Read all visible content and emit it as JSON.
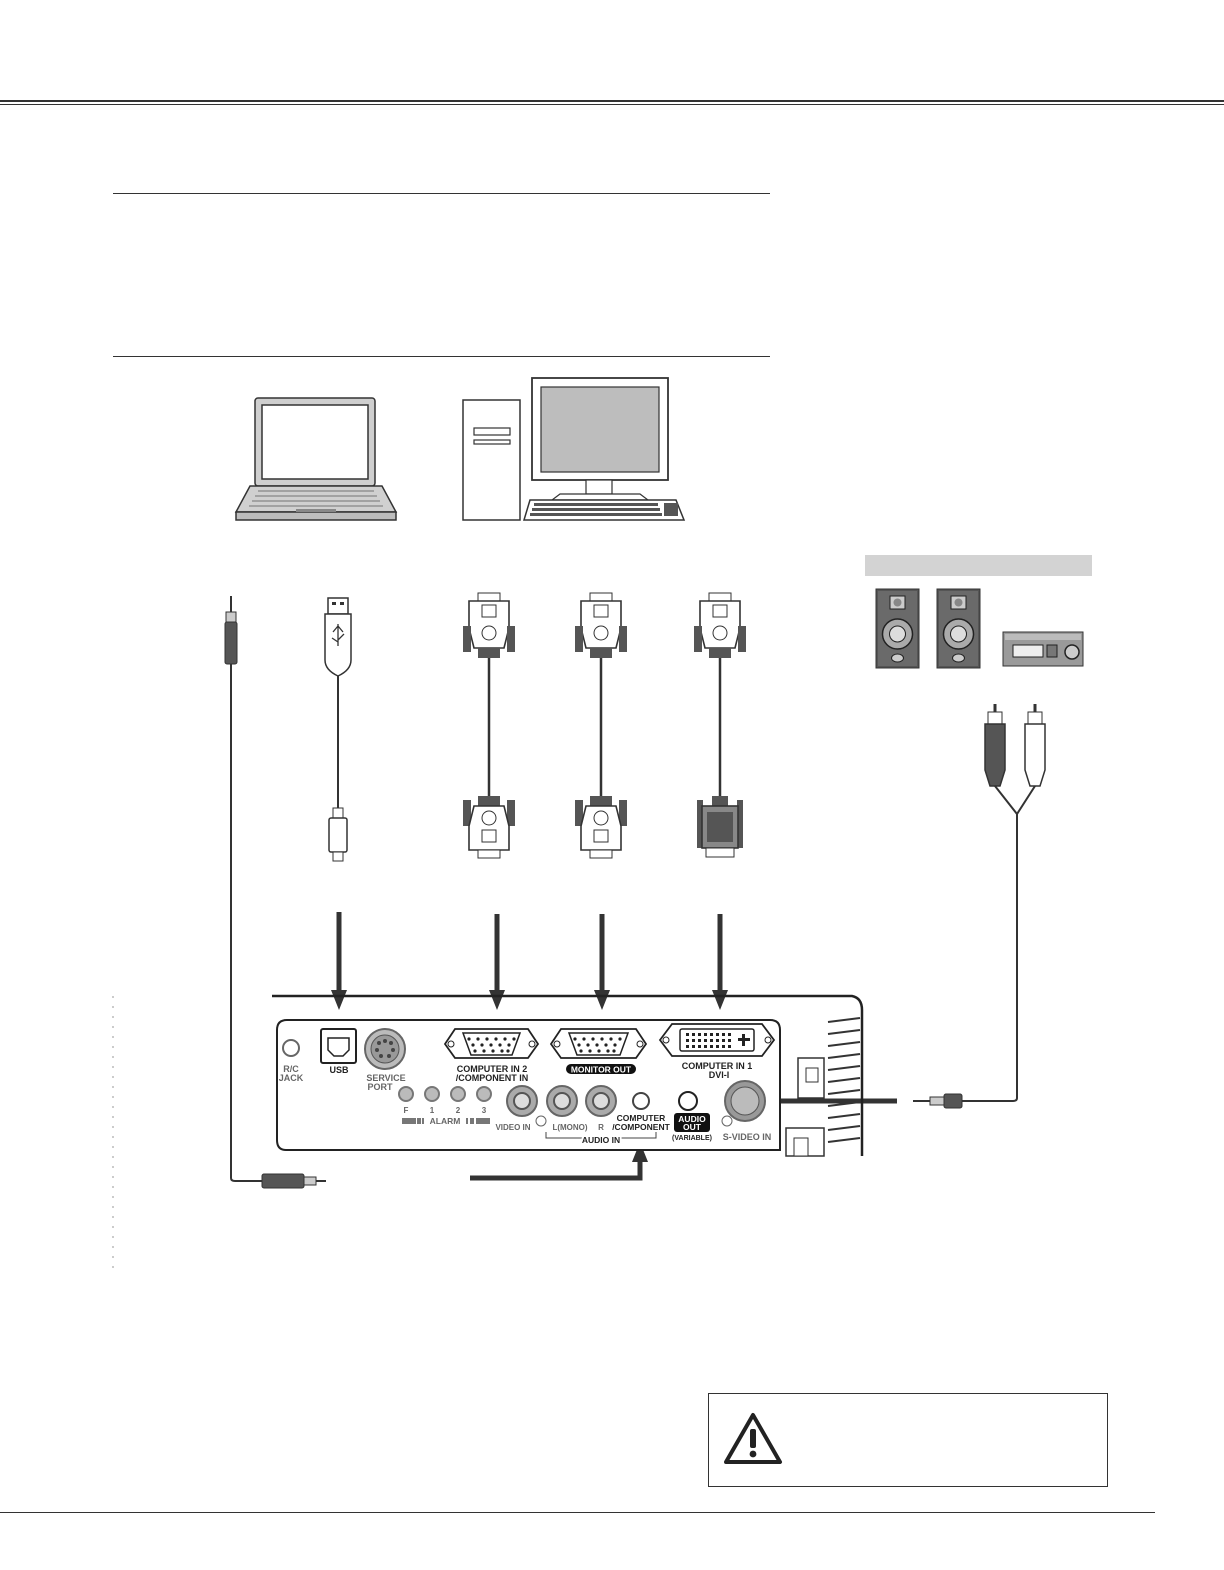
{
  "panel": {
    "rc_jack": [
      "R/C",
      "JACK"
    ],
    "usb": "USB",
    "service_port": [
      "SERVICE",
      "PORT"
    ],
    "computer_in2": [
      "COMPUTER IN 2",
      "/COMPONENT IN"
    ],
    "monitor_out": "MONITOR OUT",
    "computer_in1": [
      "COMPUTER IN 1",
      "DVI-I"
    ],
    "alarm_leds": [
      "F",
      "1",
      "2",
      "3"
    ],
    "alarm": "ALARM",
    "video_in": "VIDEO IN",
    "l_mono": "L(MONO)",
    "r": "R",
    "audio_in": "AUDIO IN",
    "computer_component": [
      "COMPUTER",
      "/COMPONENT"
    ],
    "audio_out": [
      "AUDIO",
      "OUT"
    ],
    "variable": "(VARIABLE)",
    "s_video_in": "S-VIDEO IN"
  },
  "colors": {
    "line": "#333333",
    "device_fill": "#d8d8d8",
    "screen": "#b5b5b5",
    "audio_header": "#d3d3d3",
    "label_pill": "#111111"
  },
  "icons": [
    "warning-icon",
    "laptop-icon",
    "desktop-computer-icon",
    "speaker-icon",
    "amplifier-icon"
  ]
}
